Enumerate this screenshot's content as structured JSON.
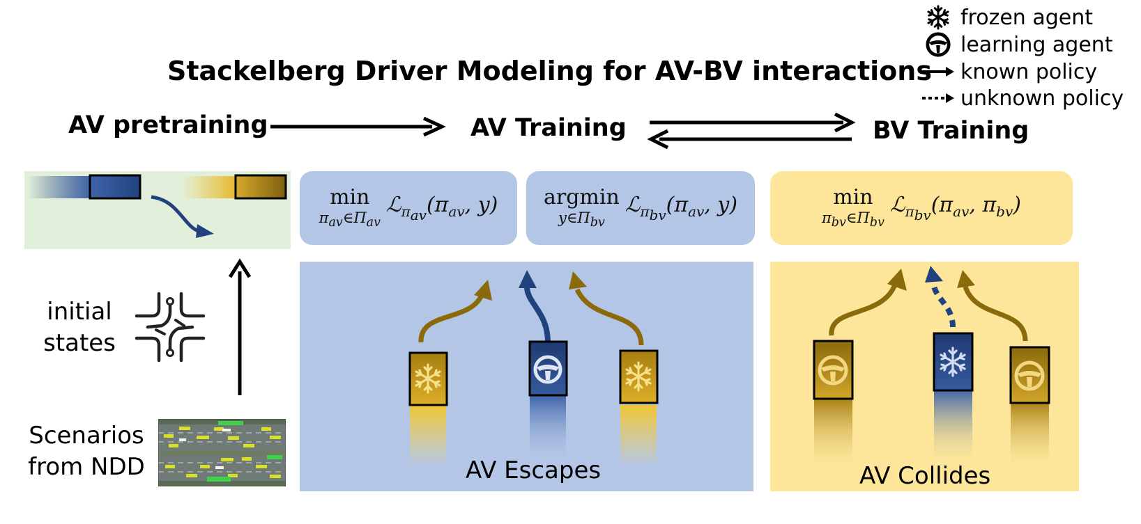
{
  "title": "Stackelberg Driver Modeling for AV-BV interactions",
  "stages": {
    "pretraining": "AV pretraining",
    "av_training": "AV Training",
    "bv_training": "BV Training"
  },
  "legend": [
    {
      "icon": "snowflake-icon",
      "label": "frozen agent"
    },
    {
      "icon": "steering-wheel-icon",
      "label": "learning agent"
    },
    {
      "icon": "solid-arrow-icon",
      "label": "known policy"
    },
    {
      "icon": "dashed-arrow-icon",
      "label": "unknown policy"
    }
  ],
  "formulas": {
    "av_min": {
      "op": "min",
      "sub": "πav∈Πav"
    },
    "av_loss": "ℒπav(πav, y)",
    "av_argmin": {
      "op": "argmin",
      "sub": "y∈Πbv"
    },
    "av_argmin_loss": "ℒπbv(πav, y)",
    "bv_min": {
      "op": "min",
      "sub": "πbv∈Πbv"
    },
    "bv_loss": "ℒπbv(πav, πbv)"
  },
  "left": {
    "initial_states": [
      "initial",
      "states"
    ],
    "scenarios": [
      "Scenarios",
      "from NDD"
    ]
  },
  "captions": {
    "av_escapes": "AV Escapes",
    "av_collides": "AV Collides"
  },
  "colors": {
    "av_blue": "#22427f",
    "bv_gold": "#8a6a0b",
    "panel_blue": "#b3c6e6",
    "panel_gold": "#fde69a",
    "panel_green": "#e2efda"
  }
}
